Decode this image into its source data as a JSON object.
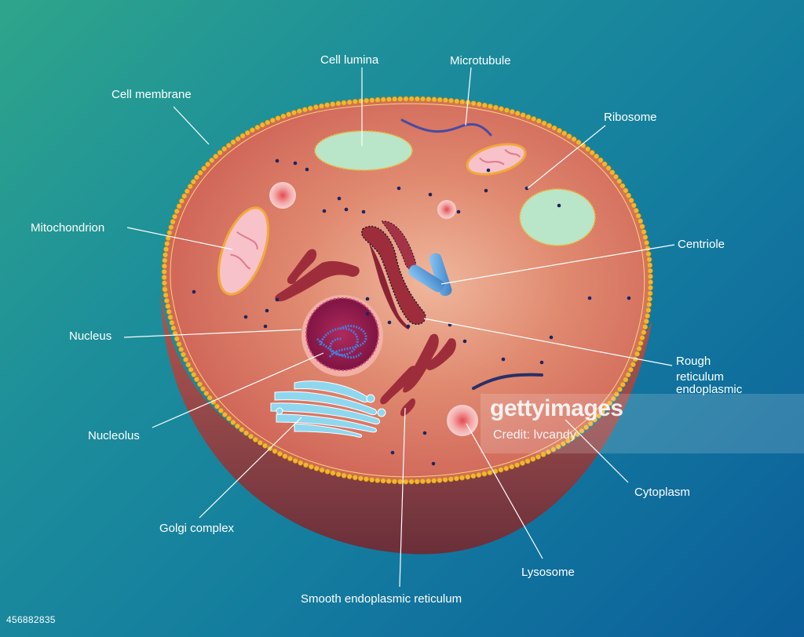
{
  "labels": {
    "cell_lumina": "Cell lumina",
    "microtubule": "Microtubule",
    "cell_membrane": "Cell membrane",
    "ribosome": "Ribosome",
    "mitochondrion": "Mitochondrion",
    "centriole": "Centriole",
    "nucleus": "Nucleus",
    "rough_er_line1": "Rough",
    "rough_er_line2": "reticulum",
    "rough_er_line3": "endoplasmic",
    "nucleolus": "Nucleolus",
    "cytoplasm": "Cytoplasm",
    "golgi": "Golgi complex",
    "lysosome": "Lysosome",
    "smooth_er": "Smooth endoplasmic reticulum"
  },
  "watermark": {
    "logo": "gettyimages",
    "credit": "Credit: lvcandy"
  },
  "image_id": "456882835",
  "colors": {
    "label_text": "#ffffff",
    "cytoplasm": "#d6735f",
    "membrane_bead": "#f2b632",
    "cell_side": "#9a4a45",
    "nucleus": "#8a1848",
    "vacuole": "#b8e6c6",
    "mitochondrion": "#f7c0c8",
    "golgi": "#8fd7ef",
    "er": "#9e2d3c",
    "centriole": "#5fa6df",
    "ribosome": "#1a2560"
  }
}
